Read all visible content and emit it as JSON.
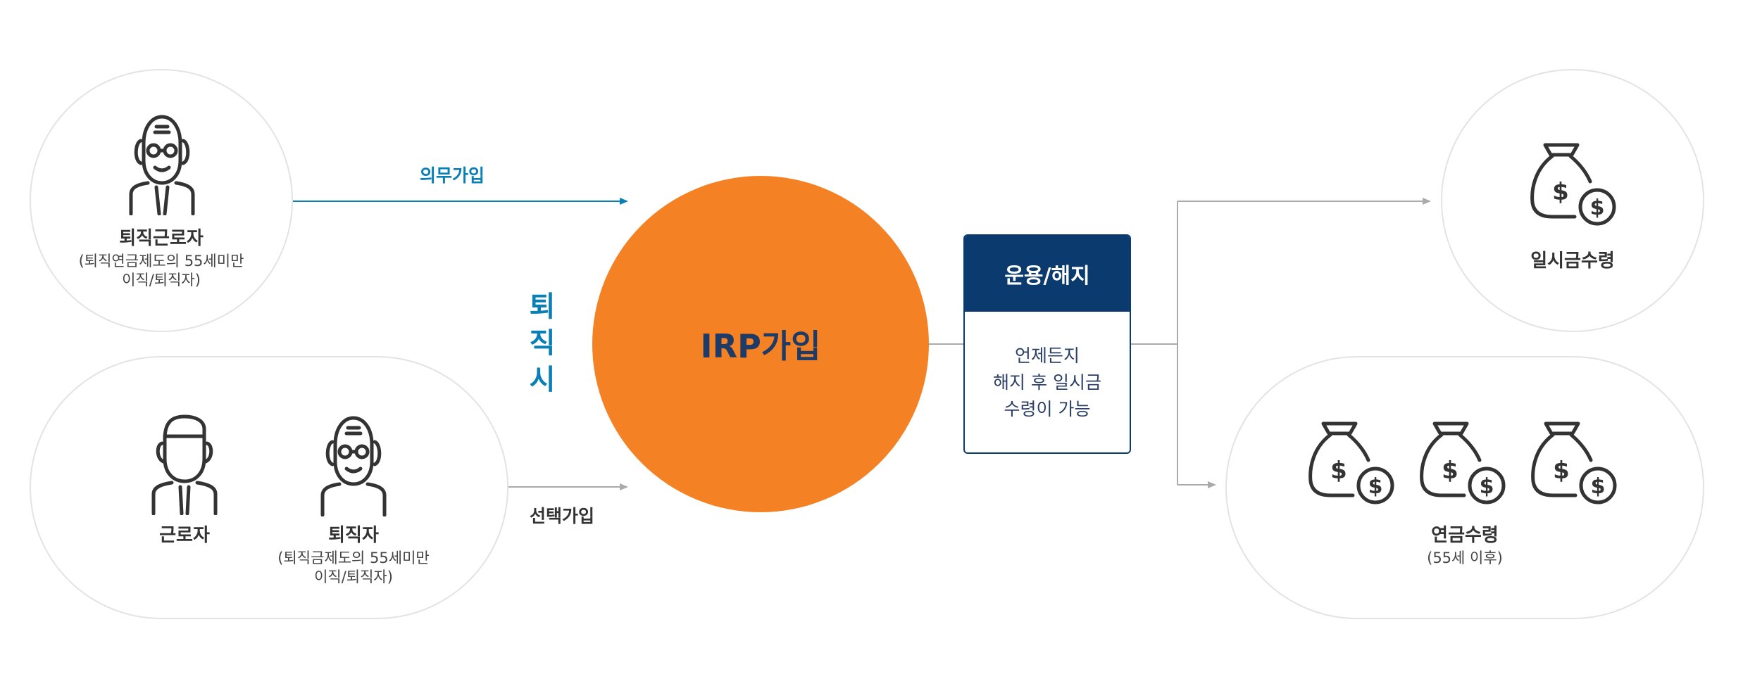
{
  "nodes": {
    "retiring_worker": {
      "title": "퇴직근로자",
      "sub1": "(퇴직연금제도의 55세미만",
      "sub2": "이직/퇴직자)"
    },
    "worker": {
      "title": "근로자"
    },
    "retiree": {
      "title": "퇴직자",
      "sub1": "(퇴직금제도의 55세미만",
      "sub2": "이직/퇴직자)"
    },
    "irp": {
      "title": "IRP가입"
    },
    "management": {
      "title": "운용/해지",
      "line1": "언제든지",
      "line2": "해지 후 일시금",
      "line3": "수령이 가능"
    },
    "lump_sum": {
      "title": "일시금수령"
    },
    "annuity": {
      "title": "연금수령",
      "sub": "(55세 이후)"
    }
  },
  "edges": {
    "mandatory": "의무가입",
    "optional": "선택가입",
    "at_retirement": "퇴직시"
  },
  "colors": {
    "orange": "#f48224",
    "navy": "#0b3a6e",
    "blue_accent": "#0a7fb5",
    "gray_line": "#aaaaaa",
    "bubble_border": "#e3e3e3"
  },
  "icons": [
    "old-man-icon",
    "man-icon",
    "money-bag-icon"
  ]
}
